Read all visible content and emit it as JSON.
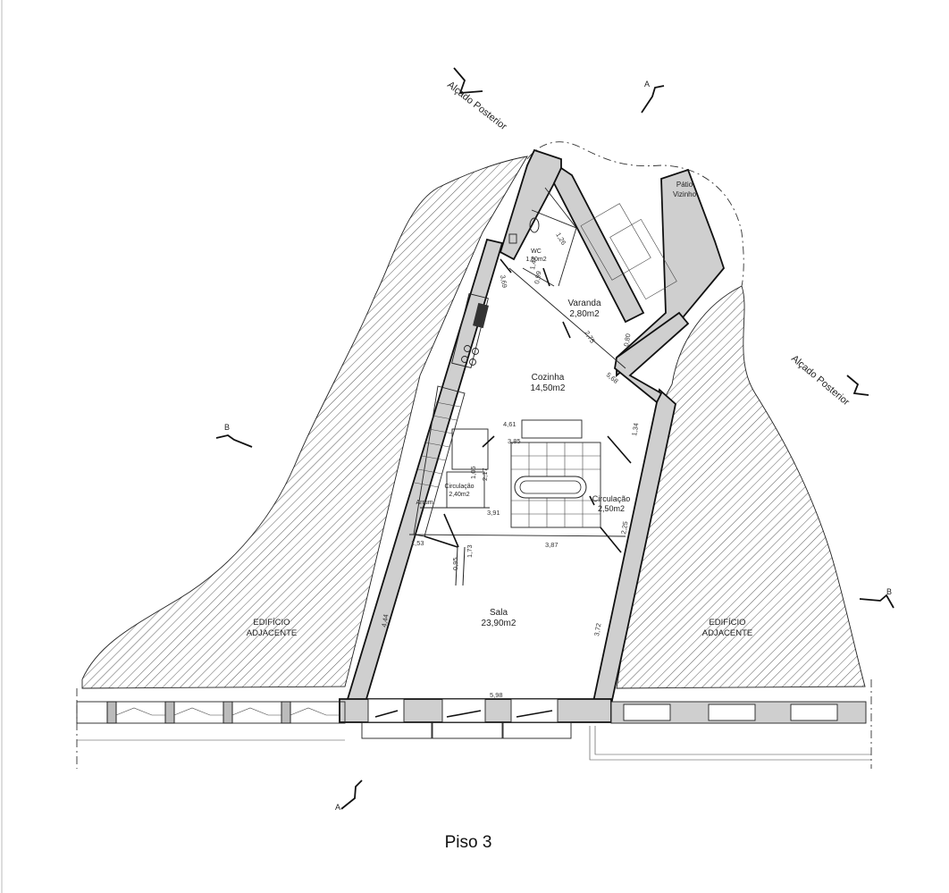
{
  "title": "Piso 3",
  "rooms": {
    "wc": {
      "name": "WC",
      "area": "1,80m2"
    },
    "varanda": {
      "name": "Varanda",
      "area": "2,80m2"
    },
    "cozinha": {
      "name": "Cozinha",
      "area": "14,50m2"
    },
    "circulacao_left": {
      "name": "Circulação",
      "area": "2,40m2"
    },
    "circulacao_right": {
      "name": "Circulação",
      "area": "2,50m2"
    },
    "arrum": {
      "name": "Arrum."
    },
    "sala": {
      "name": "Sala",
      "area": "23,90m2"
    }
  },
  "patio": {
    "line1": "Pátio",
    "line2": "Vizinho"
  },
  "adjacent": {
    "left": {
      "line1": "EDIFÍCIO",
      "line2": "ADJACENTE"
    },
    "right": {
      "line1": "EDIFÍCIO",
      "line2": "ADJACENTE"
    }
  },
  "sections": {
    "alcado_top": "Alçado Posterior",
    "alcado_right": "Alçado Posterior"
  },
  "section_markers": {
    "a_top": "A",
    "a_bottom": "A",
    "b_left": "B",
    "b_right": "B"
  },
  "dimensions": {
    "d_1_26": "1,26",
    "d_1_47": "1,47",
    "d_0_99": "0,99",
    "d_3_69": "3,69",
    "d_2_75": "2,75",
    "d_0_80": "0,80",
    "d_5_68": "5,68",
    "d_4_61": "4,61",
    "d_3_85": "3,85",
    "d_1_34": "1,34",
    "d_1_06": "1,06",
    "d_2_17": "2,17",
    "d_3_91": "3,91",
    "d_2_25": "2,25",
    "d_1_53": "1,53",
    "d_3_87": "3,87",
    "d_0_95": "0,95",
    "d_1_73": "1,73",
    "d_4_44": "4,44",
    "d_3_72": "3,72",
    "d_5_98": "5,98"
  }
}
